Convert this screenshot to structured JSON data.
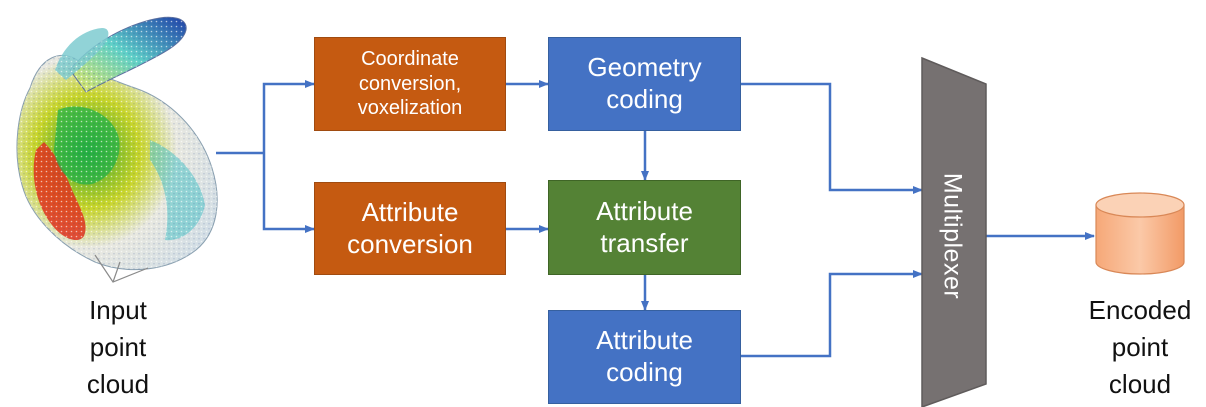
{
  "input": {
    "label": "Input\npoint\ncloud"
  },
  "boxes": {
    "coordinate_conversion": "Coordinate\nconversion,\nvoxelization",
    "attribute_conversion": "Attribute\nconversion",
    "geometry_coding": "Geometry\ncoding",
    "attribute_transfer": "Attribute\ntransfer",
    "attribute_coding": "Attribute\ncoding"
  },
  "multiplexer": "Multiplexer",
  "output": {
    "label": "Encoded\npoint\ncloud"
  },
  "colors": {
    "conversion_box": "#c55a11",
    "coding_box": "#4472c4",
    "transfer_box": "#548235",
    "multiplexer": "#767171",
    "storage": "#f8b690",
    "connector": "#4472c4"
  }
}
